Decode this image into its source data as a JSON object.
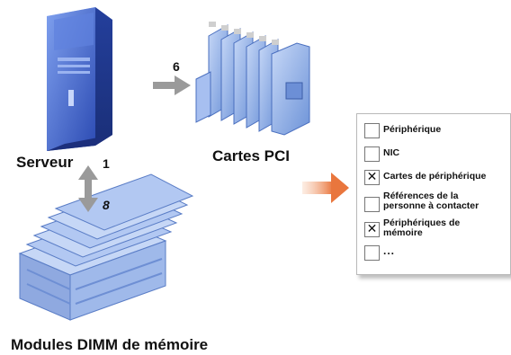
{
  "labels": {
    "server": "Serveur",
    "server_num": "1",
    "pci": "Cartes PCI",
    "pci_num": "6",
    "dimm": "Modules DIMM de mémoire",
    "dimm_num": "8"
  },
  "checklist": [
    {
      "text": "Périphérique",
      "checked": false
    },
    {
      "text": "NIC",
      "checked": false
    },
    {
      "text": "Cartes de périphérique",
      "checked": true
    },
    {
      "text": "Références de la\npersonne à contacter",
      "checked": false
    },
    {
      "text": "Périphériques de\nmémoire",
      "checked": true
    },
    {
      "text": "...",
      "checked": false
    }
  ],
  "colors": {
    "server_blue": "#3f63c8",
    "card_blue": "#8fb0e6",
    "arrow_gray": "#9a9a9a",
    "arrow_orange": "#e9763d"
  }
}
